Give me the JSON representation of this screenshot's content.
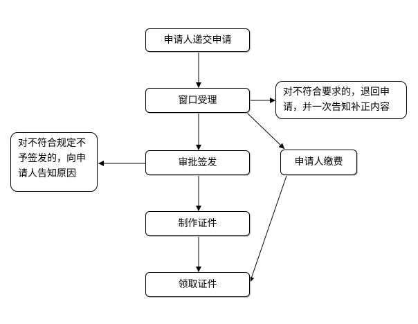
{
  "nodes": {
    "submit": "申请人递交申请",
    "accept": "窗口受理",
    "approve": "审批签发",
    "make": "制作证件",
    "receive": "领取证件",
    "pay": "申请人缴费"
  },
  "notes": {
    "nonconform_accept": "对不符合要求的，退回申\n请，并一次告知补正内容",
    "nonconform_approve": "对不符合规定不\n予签发的，向申\n请人告知原因"
  }
}
